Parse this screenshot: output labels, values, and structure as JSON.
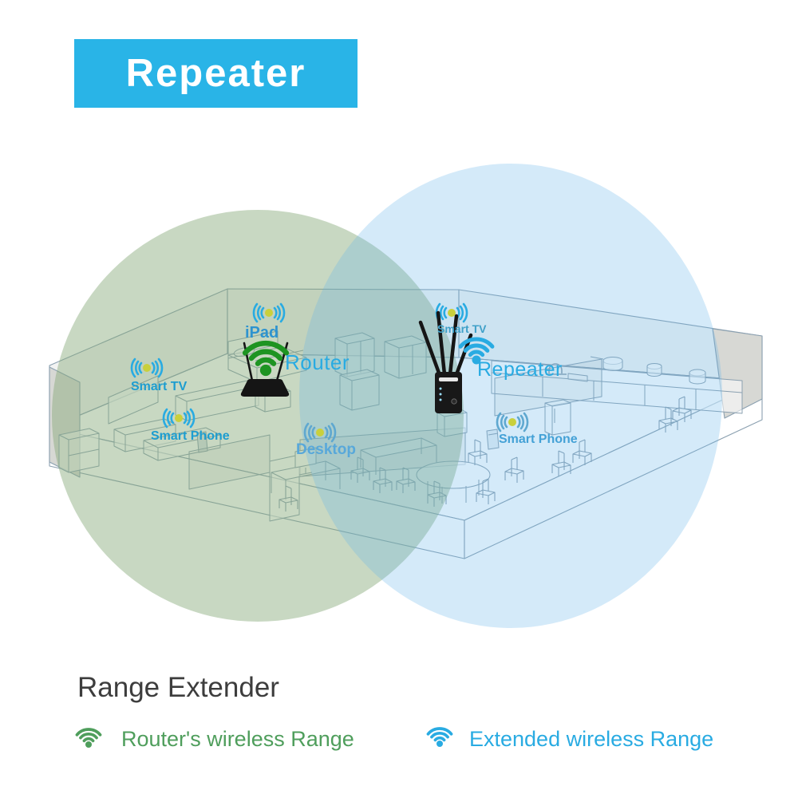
{
  "banner": {
    "label": "Repeater",
    "bg_color": "#29b4e7",
    "text_color": "#ffffff"
  },
  "diagram": {
    "devices": {
      "smart_tv_left": {
        "label": "Smart TV"
      },
      "smart_phone_left": {
        "label": "Smart Phone"
      },
      "ipad": {
        "label": "iPad"
      },
      "router": {
        "label": "Router"
      },
      "desktop": {
        "label": "Desktop"
      },
      "smart_tv_right": {
        "label": "Smart TV"
      },
      "repeater": {
        "label": "Repeater"
      },
      "smart_phone_right": {
        "label": "Smart Phone"
      }
    },
    "ranges": {
      "router_range_color": "#7aa86f",
      "extended_range_color": "#64b4eb"
    },
    "icon_colors": {
      "router_wifi_green": "#1d9422",
      "repeater_wifi_blue": "#29abe2",
      "signal_arc_cyan": "#29abe2",
      "signal_dot_yellow": "#c9d03c",
      "device_label_blue": "#29abe2"
    }
  },
  "footer": {
    "title": "Range Extender",
    "legend": [
      {
        "icon": "wifi-icon",
        "label": "Router's wireless Range",
        "color": "#4f9e5c"
      },
      {
        "icon": "wifi-icon",
        "label": "Extended wireless Range",
        "color": "#29abe2"
      }
    ]
  }
}
